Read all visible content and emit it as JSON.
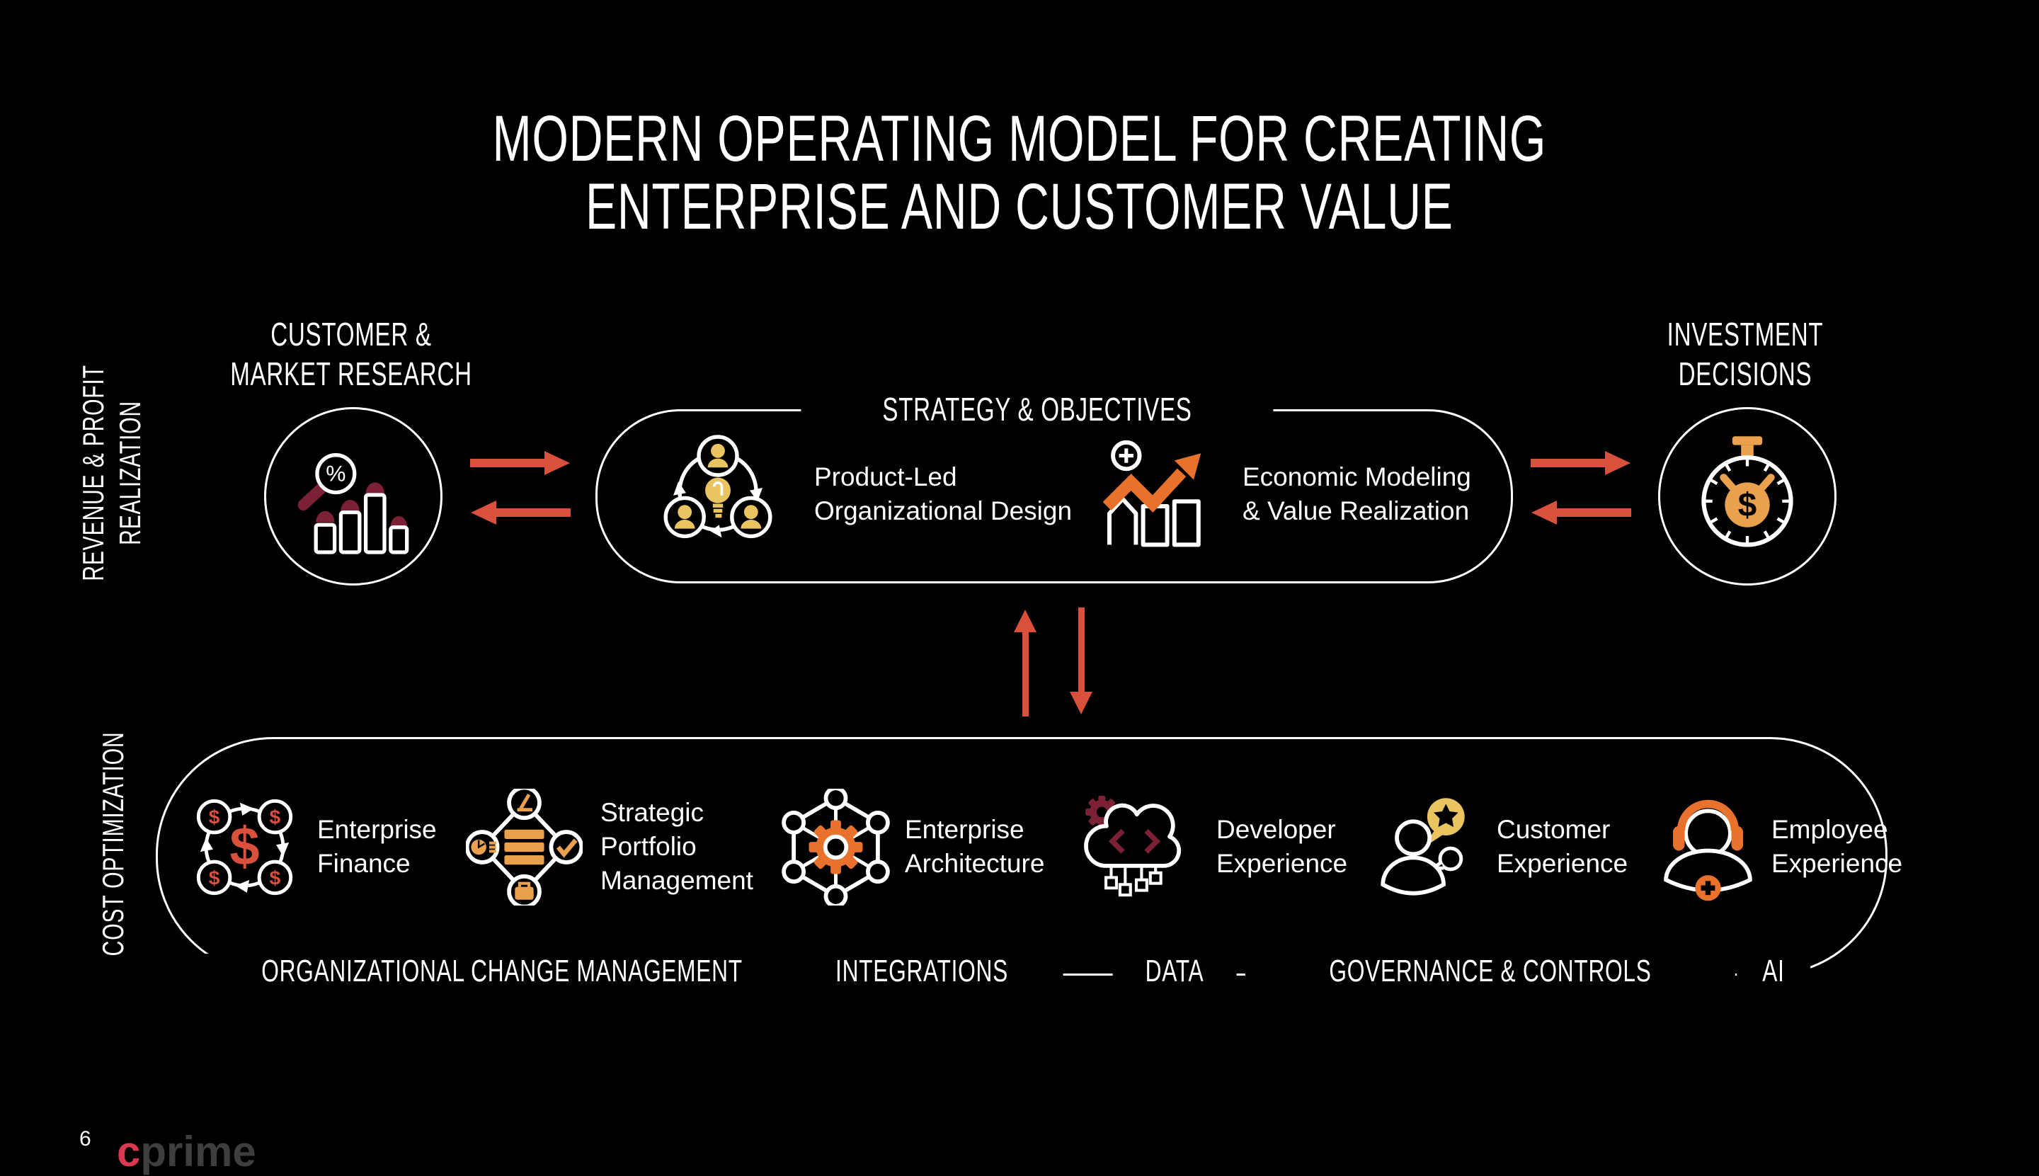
{
  "slide": {
    "title_line1": "MODERN OPERATING MODEL FOR CREATING",
    "title_line2": "ENTERPRISE AND CUSTOMER VALUE",
    "page_number": "6",
    "logo_first_letter": "c",
    "logo_rest": "prime"
  },
  "side_labels": {
    "top_line1": "REVENUE & PROFIT",
    "top_line2": "REALIZATION",
    "bottom": "COST OPTIMIZATION"
  },
  "top_row": {
    "research": {
      "label_line1": "CUSTOMER &",
      "label_line2": "MARKET RESEARCH",
      "icon": "market-research-icon"
    },
    "strategy_box": {
      "title": "STRATEGY & OBJECTIVES",
      "items": [
        {
          "line1": "Product-Led",
          "line2": "Organizational Design",
          "icon": "team-cycle-icon"
        },
        {
          "line1": "Economic Modeling",
          "line2": "& Value Realization",
          "icon": "economic-modeling-icon"
        }
      ]
    },
    "investment": {
      "label_line1": "INVESTMENT",
      "label_line2": "DECISIONS",
      "icon": "stopwatch-icon"
    }
  },
  "bottom_box": {
    "items": [
      {
        "line1": "Enterprise",
        "line2": "Finance",
        "line3": "",
        "icon": "finance-cycle-icon"
      },
      {
        "line1": "Strategic",
        "line2": "Portfolio",
        "line3": "Management",
        "icon": "portfolio-diamond-icon"
      },
      {
        "line1": "Enterprise",
        "line2": "Architecture",
        "line3": "",
        "icon": "architecture-hex-icon"
      },
      {
        "line1": "Developer",
        "line2": "Experience",
        "line3": "",
        "icon": "developer-cloud-icon"
      },
      {
        "line1": "Customer",
        "line2": "Experience",
        "line3": "",
        "icon": "customer-bubble-icon"
      },
      {
        "line1": "Employee",
        "line2": "Experience",
        "line3": "",
        "icon": "employee-headset-icon"
      }
    ],
    "footer_labels": [
      "ORGANIZATIONAL CHANGE MANAGEMENT",
      "INTEGRATIONS",
      "DATA",
      "GOVERNANCE & CONTROLS",
      "AI"
    ]
  },
  "colors": {
    "background": "#000000",
    "line": "#FFFFFF",
    "arrow_red": "#D9513C",
    "maroon": "#7C2135",
    "gold": "#E9C461",
    "orange": "#E8722B",
    "light_orange": "#E9A14E",
    "logo_red": "#D93A52",
    "logo_gray": "#3E3E41"
  }
}
